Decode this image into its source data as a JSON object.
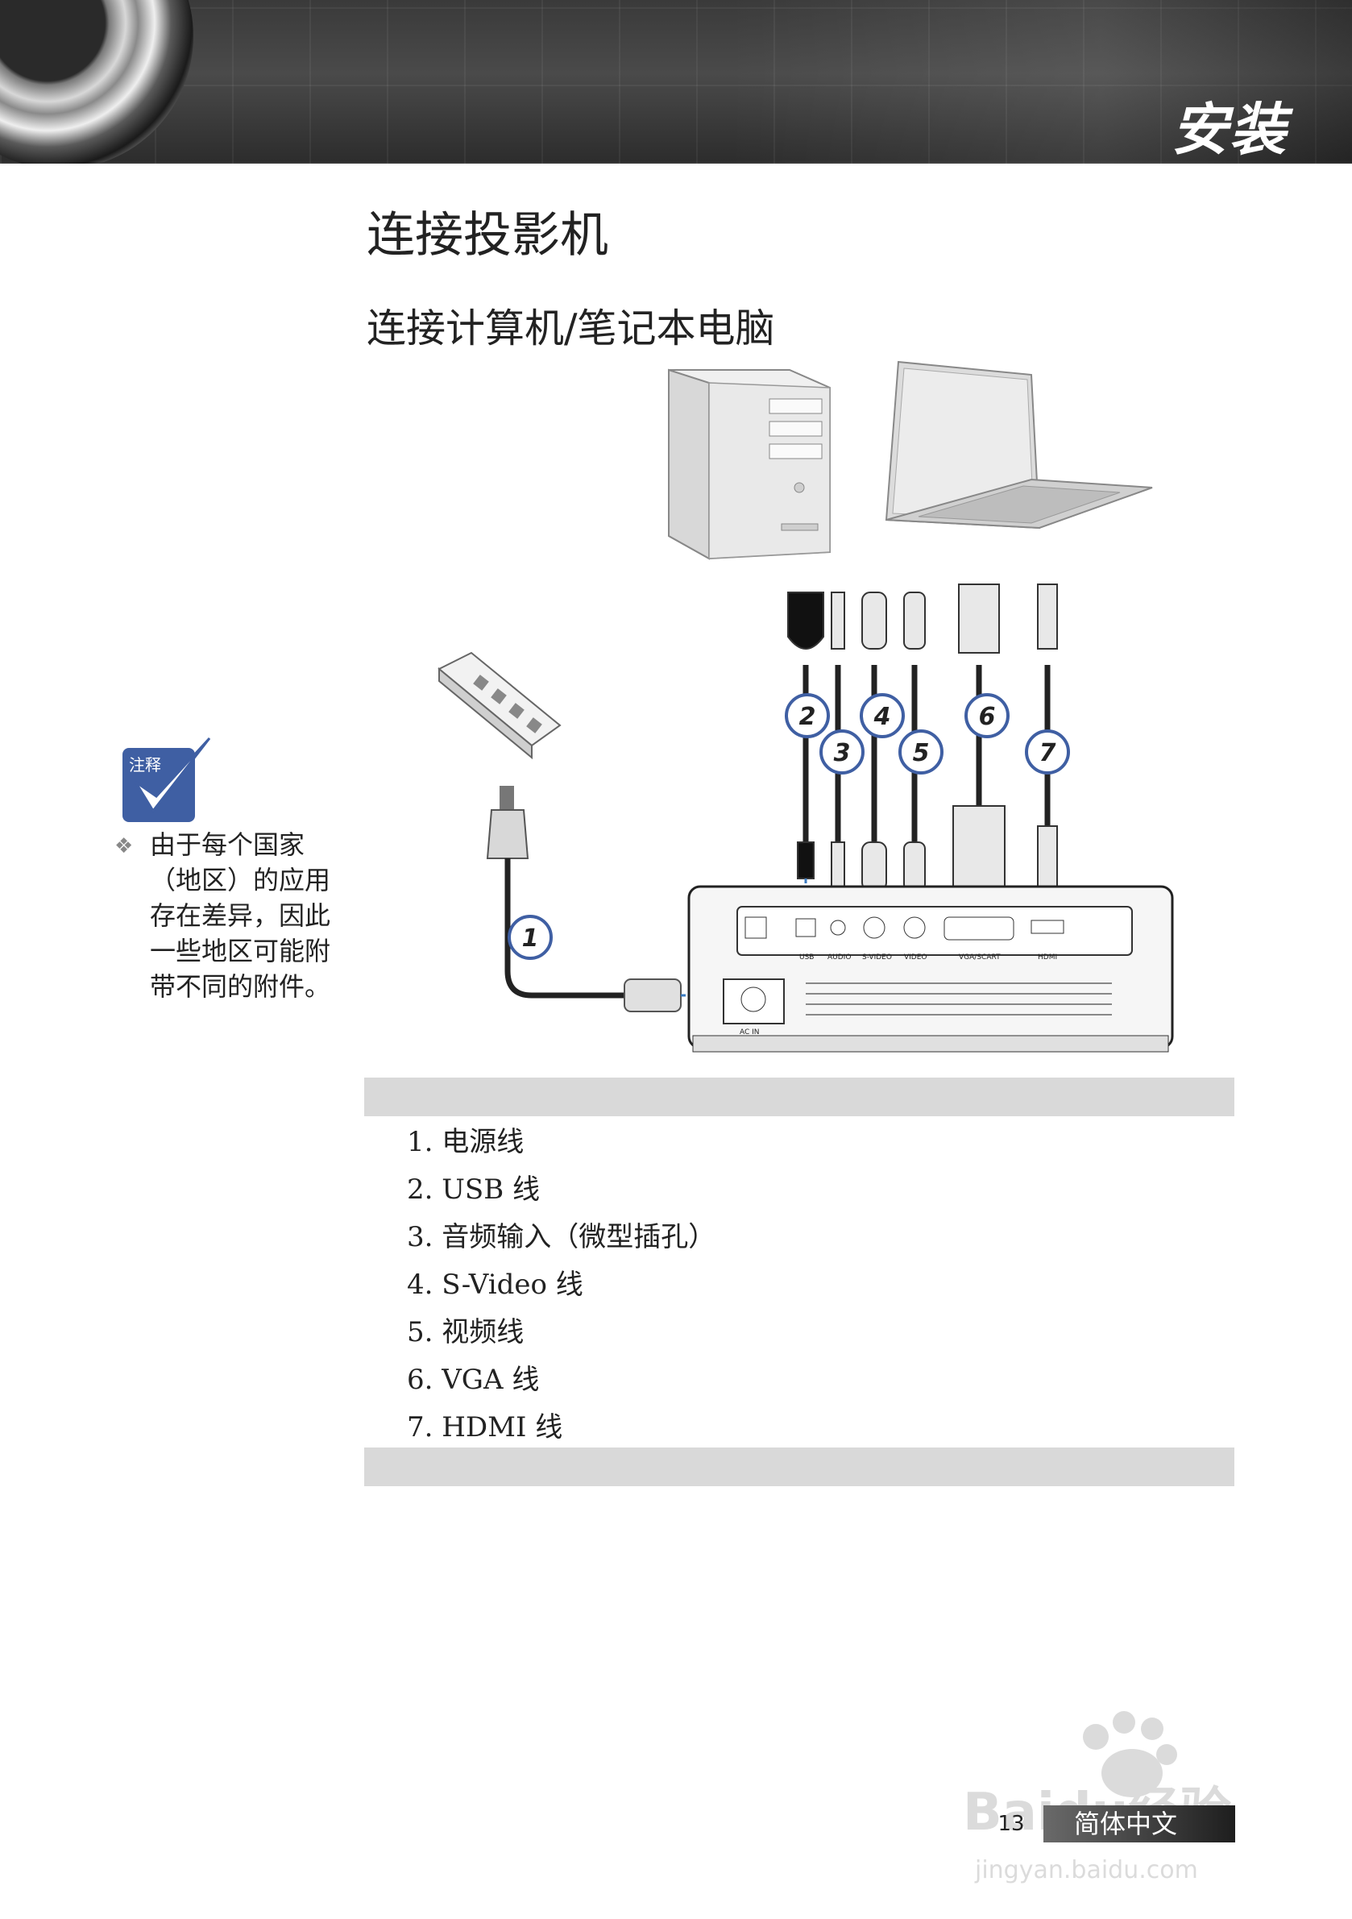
{
  "header": {
    "chapter_title": "安装"
  },
  "page": {
    "title": "连接投影机",
    "subtitle": "连接计算机/笔记本电脑"
  },
  "note": {
    "badge_label": "注释",
    "text": "由于每个国家（地区）的应用存在差异，因此一些地区可能附带不同的附件。"
  },
  "diagram": {
    "callouts": [
      "1",
      "2",
      "3",
      "4",
      "5",
      "6",
      "7"
    ],
    "port_labels": [
      "USB",
      "AUDIO",
      "S-VIDEO",
      "VIDEO",
      "VGA/SCART",
      "HDMI",
      "AC IN"
    ]
  },
  "cables": [
    "1. 电源线",
    "2. USB 线",
    "3. 音频输入（微型插孔）",
    "4. S-Video 线",
    "5. 视频线",
    "6. VGA 线",
    "7. HDMI 线"
  ],
  "footer": {
    "page_number": "13",
    "language": "简体中文"
  },
  "watermark": {
    "text": "Baidu经验",
    "url_text": "jingyan.baidu.com"
  }
}
